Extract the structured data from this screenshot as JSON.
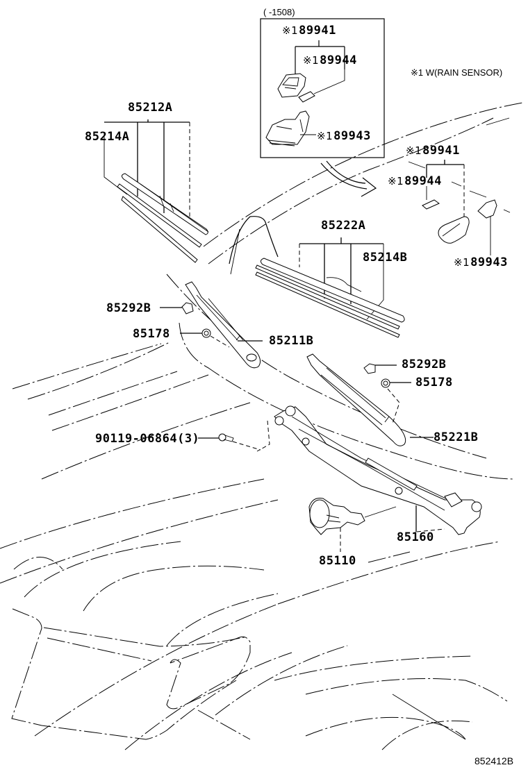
{
  "diagram": {
    "type": "exploded-parts-diagram",
    "subject": "windshield wiper system",
    "inset": {
      "range_label": "(      -1508)",
      "parts": [
        {
          "mark": "※1",
          "number": "89941"
        },
        {
          "mark": "※1",
          "number": "89944"
        },
        {
          "mark": "※1",
          "number": "89943"
        }
      ]
    },
    "footnote": "※1 W(RAIN SENSOR)",
    "sensor_parts": [
      {
        "mark": "※1",
        "number": "89941"
      },
      {
        "mark": "※1",
        "number": "89944"
      },
      {
        "mark": "※1",
        "number": "89943"
      }
    ],
    "parts": {
      "blade_left": "85212A",
      "rubber_left": "85214A",
      "blade_right": "85222A",
      "rubber_right": "85214B",
      "cap_left": "85292B",
      "nut_left": "85178",
      "arm_left": "85211B",
      "cap_right": "85292B",
      "nut_right": "85178",
      "arm_right": "85221B",
      "bolt": "90119-06864(3)",
      "link": "85160",
      "motor": "85110"
    },
    "figure_code": "852412B"
  }
}
